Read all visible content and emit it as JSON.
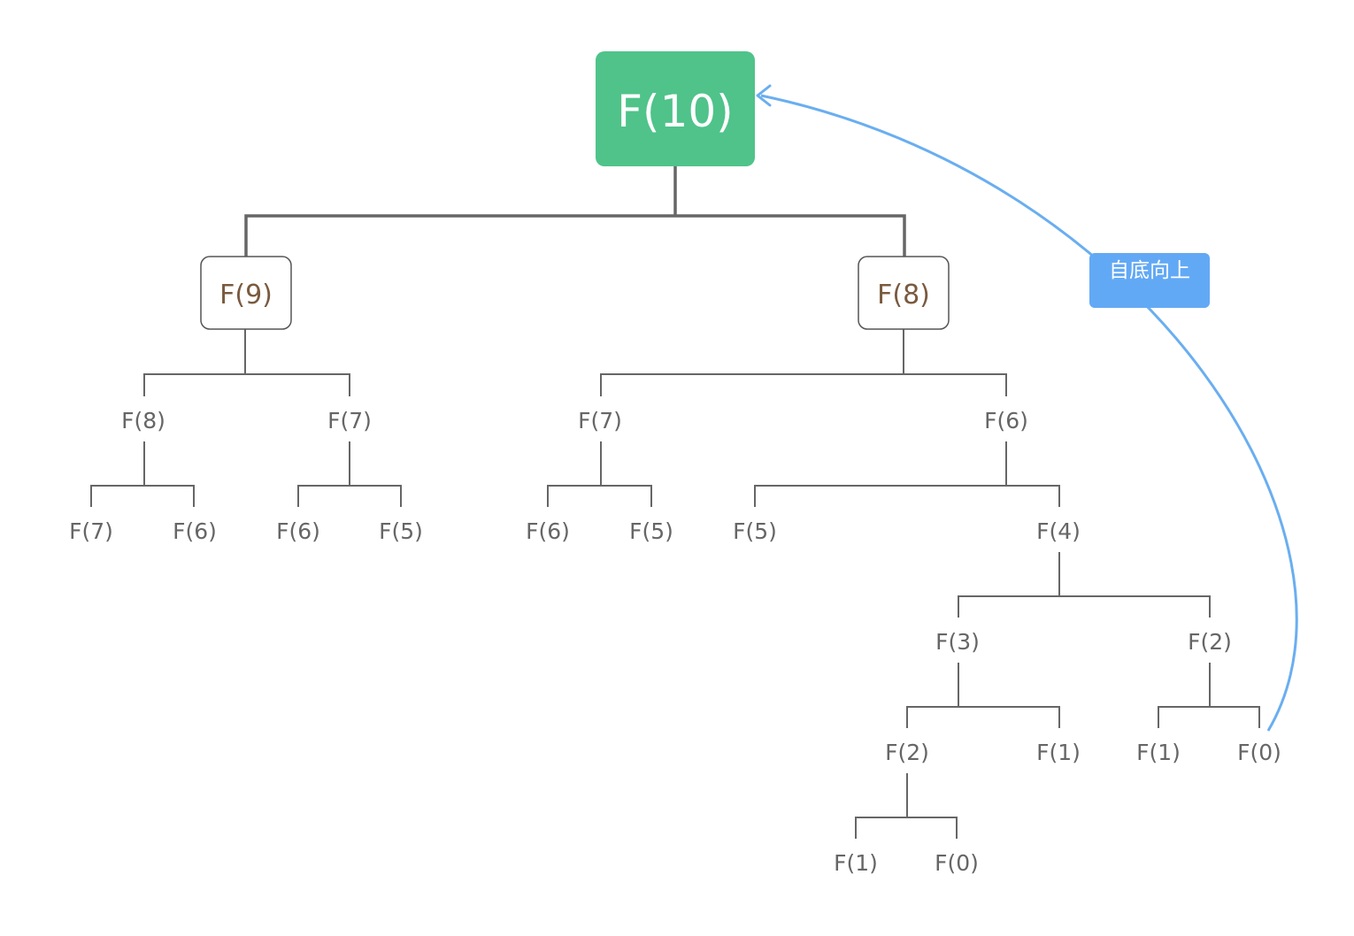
{
  "colors": {
    "root_fill": "#4fc38a",
    "root_text": "#ffffff",
    "level1_stroke": "#555555",
    "level1_text": "#7a5a3f",
    "node_text": "#666666",
    "tree_line": "#666666",
    "arrow": "#6aaef0",
    "badge_fill": "#62a9f5",
    "badge_text": "#ffffff"
  },
  "root": {
    "label": "F(10)"
  },
  "badge": {
    "label": "自底向上"
  },
  "nodes": {
    "n9": "F(9)",
    "n8a": "F(8)",
    "n8": "F(8)",
    "n7a": "F(7)",
    "n7b": "F(7)",
    "n6a": "F(6)",
    "n7c": "F(7)",
    "n6b": "F(6)",
    "n6c": "F(6)",
    "n5a": "F(5)",
    "n6d": "F(6)",
    "n5b": "F(5)",
    "n5c": "F(5)",
    "n4": "F(4)",
    "n3": "F(3)",
    "n2a": "F(2)",
    "n2b": "F(2)",
    "n1a": "F(1)",
    "n1b": "F(1)",
    "n0a": "F(0)",
    "n1c": "F(1)",
    "n0b": "F(0)"
  }
}
